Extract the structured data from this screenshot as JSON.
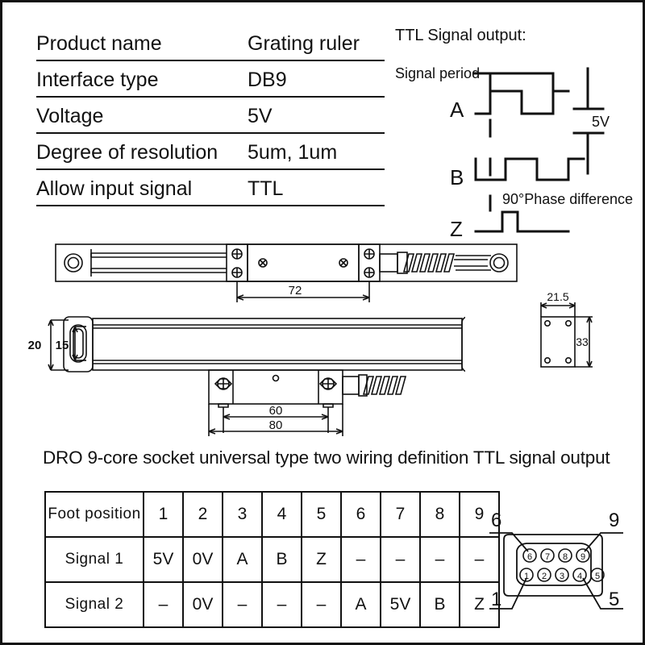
{
  "spec": {
    "rows": [
      {
        "key": "Product name",
        "value": "Grating ruler"
      },
      {
        "key": "Interface type",
        "value": "DB9"
      },
      {
        "key": "Voltage",
        "value": "5V"
      },
      {
        "key": "Degree of resolution",
        "value": "5um, 1um"
      },
      {
        "key": "Allow input signal",
        "value": "TTL"
      }
    ]
  },
  "ttl": {
    "title": "TTL Signal output:",
    "signal_period_label": "Signal period",
    "amplitude_label": "5V",
    "phase_label": "90°Phase difference",
    "channels": [
      {
        "name": "A"
      },
      {
        "name": "B"
      },
      {
        "name": "Z"
      }
    ]
  },
  "drawings": {
    "top_view": {
      "dim_72": "72"
    },
    "front_view": {
      "dim_20": "20",
      "dim_15": "15",
      "dim_60": "60",
      "dim_80": "80"
    },
    "end_cap": {
      "dim_width": "21.5",
      "dim_height": "33"
    }
  },
  "wiring": {
    "heading": "DRO 9-core socket universal type two wiring definition TTL signal output",
    "table": {
      "row_headers": [
        "Foot position",
        "Signal  1",
        "Signal  2"
      ],
      "positions": [
        "1",
        "2",
        "3",
        "4",
        "5",
        "6",
        "7",
        "8",
        "9"
      ],
      "signal_1": [
        "5V",
        "0V",
        "A",
        "B",
        "Z",
        "–",
        "–",
        "–",
        "–"
      ],
      "signal_2": [
        "–",
        "0V",
        "–",
        "–",
        "–",
        "A",
        "5V",
        "B",
        "Z"
      ]
    }
  },
  "db9": {
    "corner_labels": {
      "top_left": "6",
      "top_right": "9",
      "bottom_left": "1",
      "bottom_right": "5"
    },
    "top_row_pins": [
      "6",
      "7",
      "8",
      "9"
    ],
    "bottom_row_pins": [
      "1",
      "2",
      "3",
      "4",
      "5"
    ]
  },
  "colors": {
    "ink": "#111111",
    "paper": "#ffffff"
  }
}
